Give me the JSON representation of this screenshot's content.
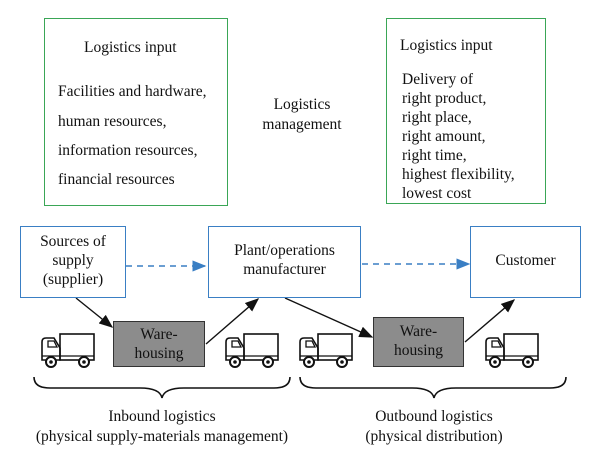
{
  "input_left": {
    "title": "Logistics input",
    "items": [
      "Facilities and hardware,",
      "human resources,",
      "information resources,",
      "financial resources"
    ]
  },
  "input_right": {
    "title": "Logistics input",
    "items": [
      "Delivery of",
      "right product,",
      "right place,",
      "right amount,",
      "right time,",
      "highest flexibility,",
      "lowest cost"
    ]
  },
  "management": [
    "Logistics",
    "management"
  ],
  "supplier": [
    "Sources of",
    "supply",
    "(supplier)"
  ],
  "plant": [
    "Plant/operations",
    "manufacturer"
  ],
  "customer": "Customer",
  "warehouse_in": [
    "Ware-",
    "housing"
  ],
  "warehouse_out": [
    "Ware-",
    "housing"
  ],
  "inbound": [
    "Inbound logistics",
    "(physical supply-materials management)"
  ],
  "outbound": [
    "Outbound logistics",
    "(physical distribution)"
  ],
  "colors": {
    "green": "#3aa656",
    "blue": "#3a7fc4",
    "gray": "#8c8c8c"
  },
  "icons": [
    "truck-icon",
    "truck-icon",
    "truck-icon",
    "truck-icon"
  ]
}
